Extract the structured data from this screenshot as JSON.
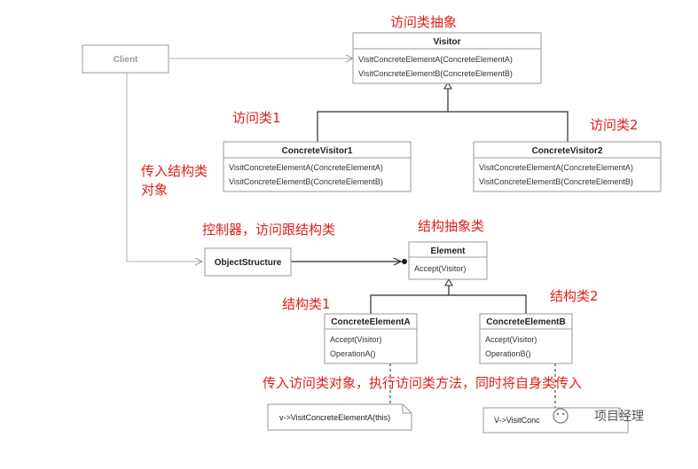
{
  "annotations": {
    "visitor_abstract": "访问类抽象",
    "visitor1": "访问类1",
    "visitor2": "访问类2",
    "pass_structure_line1": "传入结构类",
    "pass_structure_line2": "对象",
    "controller": "控制器，访问跟结构类",
    "element_abstract": "结构抽象类",
    "element1": "结构类1",
    "element2": "结构类2",
    "pass_visitor": "传入访问类对象，执行访问类方法，同时将自身类传入"
  },
  "classes": {
    "client": {
      "title": "Client"
    },
    "visitor": {
      "title": "Visitor",
      "methods": [
        "VisitConcreteElementA(ConcreteElementA)",
        "VisitConcreteElementB(ConcreteElementB)"
      ]
    },
    "concrete_visitor1": {
      "title": "ConcreteVisitor1",
      "methods": [
        "VisitConcreteElementA(ConcreteElementA)",
        "VisitConcreteElementB(ConcreteElementB)"
      ]
    },
    "concrete_visitor2": {
      "title": "ConcreteVisitor2",
      "methods": [
        "VisitConcreteElementA(ConcreteElementA)",
        "VisitConcreteElementB(ConcreteElementB)"
      ]
    },
    "object_structure": {
      "title": "ObjectStructure"
    },
    "element": {
      "title": "Element",
      "methods": [
        "Accept(Visitor)"
      ]
    },
    "concrete_element_a": {
      "title": "ConcreteElementA",
      "methods": [
        "Accept(Visitor)",
        "OperationA()"
      ]
    },
    "concrete_element_b": {
      "title": "ConcreteElementB",
      "methods": [
        "Accept(Visitor)",
        "OperationB()"
      ]
    }
  },
  "notes": {
    "note_a": "v->VisitConcreteElementA(this)",
    "note_b": "V->VisitConc"
  },
  "watermark": "项目经理"
}
